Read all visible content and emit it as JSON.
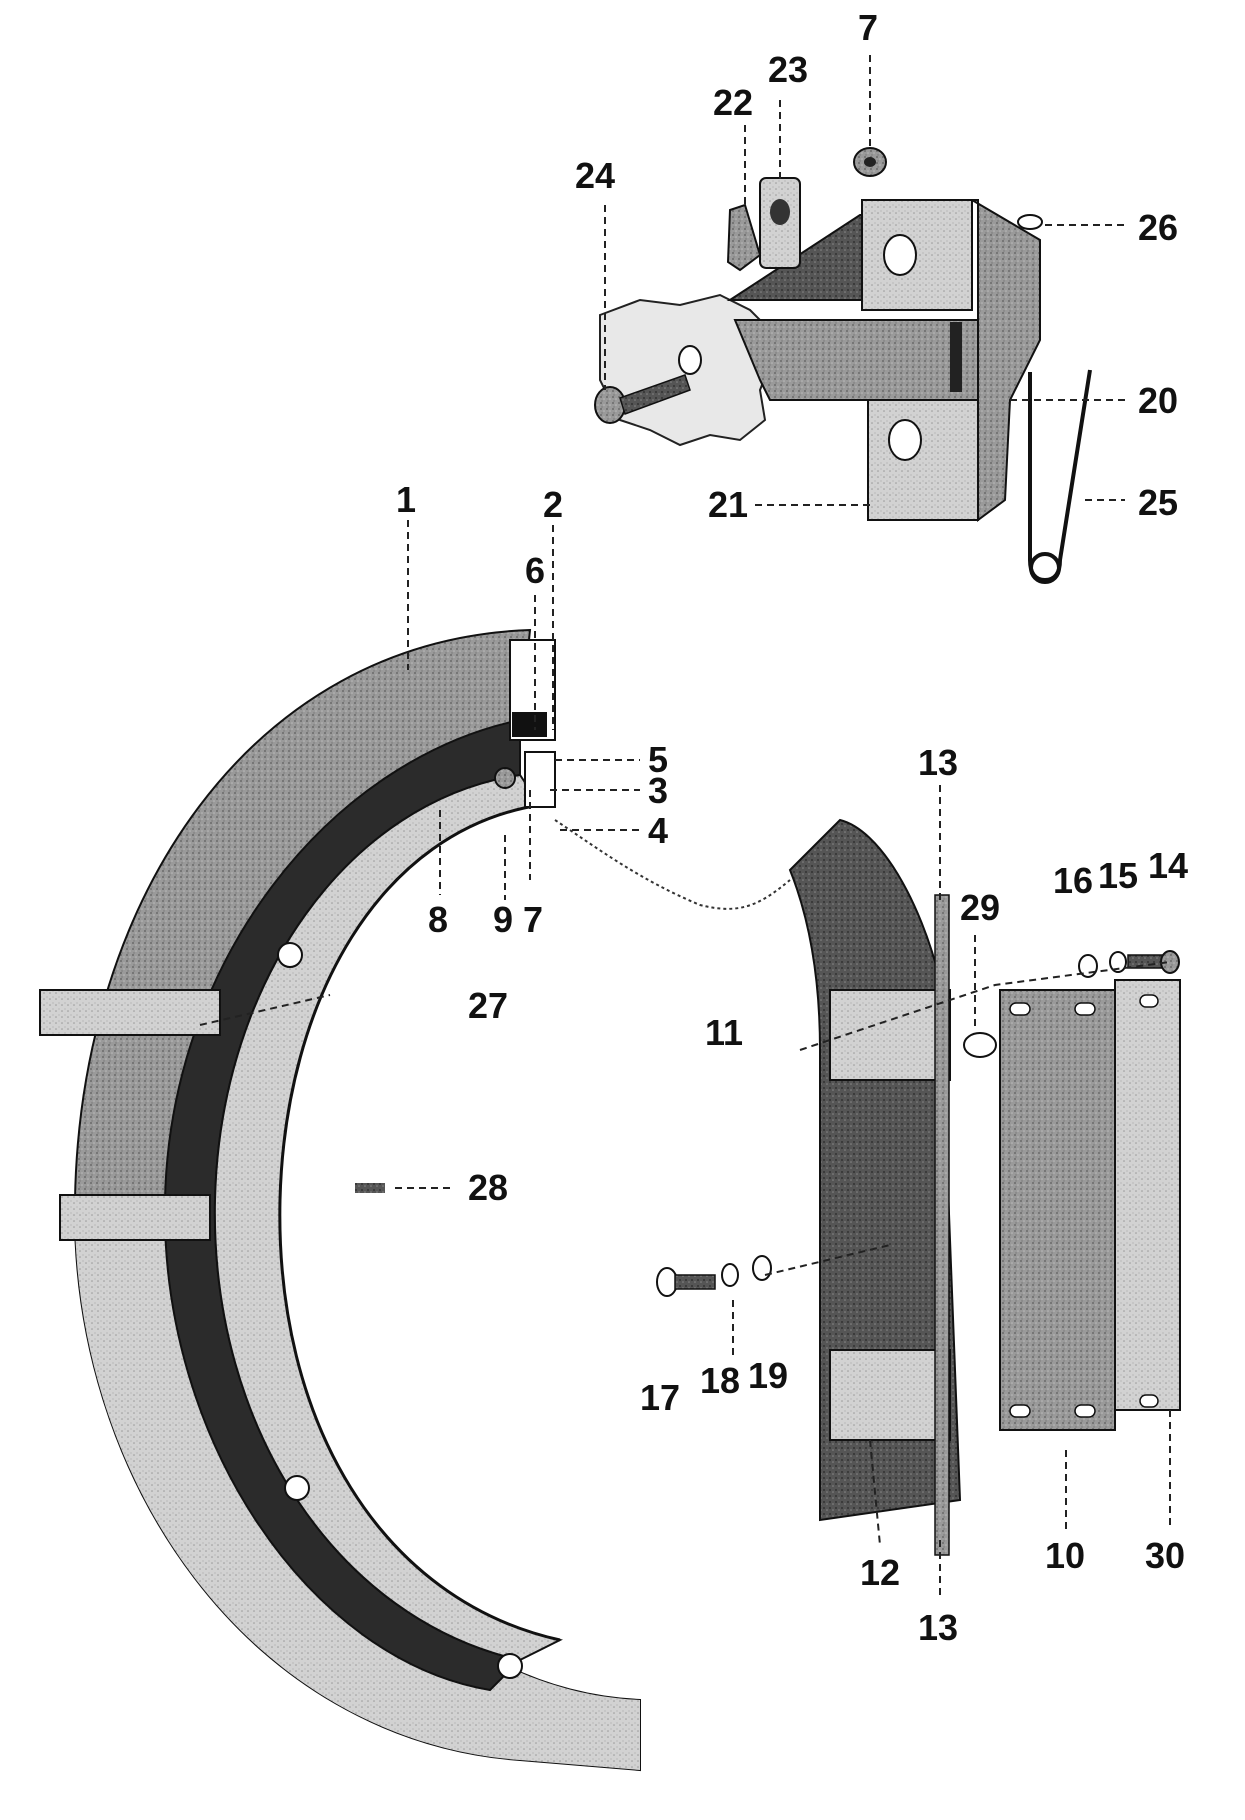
{
  "callouts": [
    {
      "id": "c1",
      "text": "1"
    },
    {
      "id": "c2",
      "text": "2"
    },
    {
      "id": "c3",
      "text": "3"
    },
    {
      "id": "c4",
      "text": "4"
    },
    {
      "id": "c5",
      "text": "5"
    },
    {
      "id": "c6",
      "text": "6"
    },
    {
      "id": "c7a",
      "text": "7"
    },
    {
      "id": "c7b",
      "text": "7"
    },
    {
      "id": "c8",
      "text": "8"
    },
    {
      "id": "c9",
      "text": "9"
    },
    {
      "id": "c10",
      "text": "10"
    },
    {
      "id": "c11",
      "text": "11"
    },
    {
      "id": "c12",
      "text": "12"
    },
    {
      "id": "c13a",
      "text": "13"
    },
    {
      "id": "c13b",
      "text": "13"
    },
    {
      "id": "c14",
      "text": "14"
    },
    {
      "id": "c15",
      "text": "15"
    },
    {
      "id": "c16",
      "text": "16"
    },
    {
      "id": "c17",
      "text": "17"
    },
    {
      "id": "c18",
      "text": "18"
    },
    {
      "id": "c19",
      "text": "19"
    },
    {
      "id": "c20",
      "text": "20"
    },
    {
      "id": "c21",
      "text": "21"
    },
    {
      "id": "c22",
      "text": "22"
    },
    {
      "id": "c23",
      "text": "23"
    },
    {
      "id": "c24",
      "text": "24"
    },
    {
      "id": "c25",
      "text": "25"
    },
    {
      "id": "c26",
      "text": "26"
    },
    {
      "id": "c27",
      "text": "27"
    },
    {
      "id": "c28",
      "text": "28"
    },
    {
      "id": "c29",
      "text": "29"
    },
    {
      "id": "c30",
      "text": "30"
    }
  ],
  "colors": {
    "metal_dark": "#4a4a4a",
    "metal_mid": "#8a8a8a",
    "metal_light": "#c8c8c8",
    "outline": "#111111"
  }
}
